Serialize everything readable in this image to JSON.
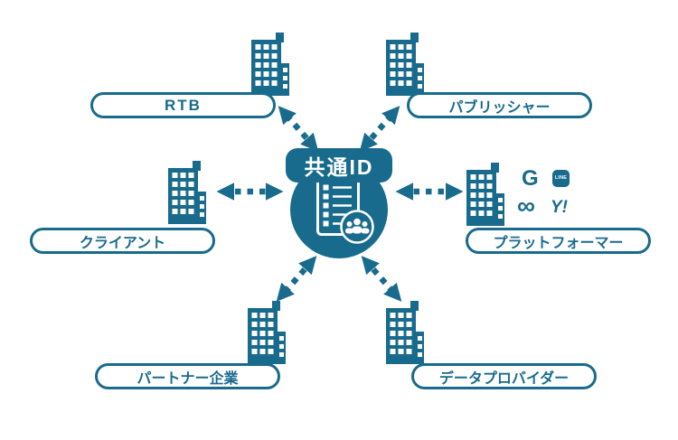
{
  "diagram": {
    "center": {
      "label": "共通ID"
    },
    "nodes": [
      {
        "id": "rtb",
        "label": "RTB"
      },
      {
        "id": "publisher",
        "label": "パブリッシャー"
      },
      {
        "id": "client",
        "label": "クライアント"
      },
      {
        "id": "platformer",
        "label": "プラットフォーマー"
      },
      {
        "id": "partner",
        "label": "パートナー企業"
      },
      {
        "id": "data-provider",
        "label": "データプロバイダー"
      }
    ],
    "platform_logos": {
      "google": "G",
      "line": "LINE",
      "meta": "∞",
      "yahoo_japan": "Y!"
    },
    "colors": {
      "primary": "#186b8d",
      "background": "#ffffff"
    }
  }
}
